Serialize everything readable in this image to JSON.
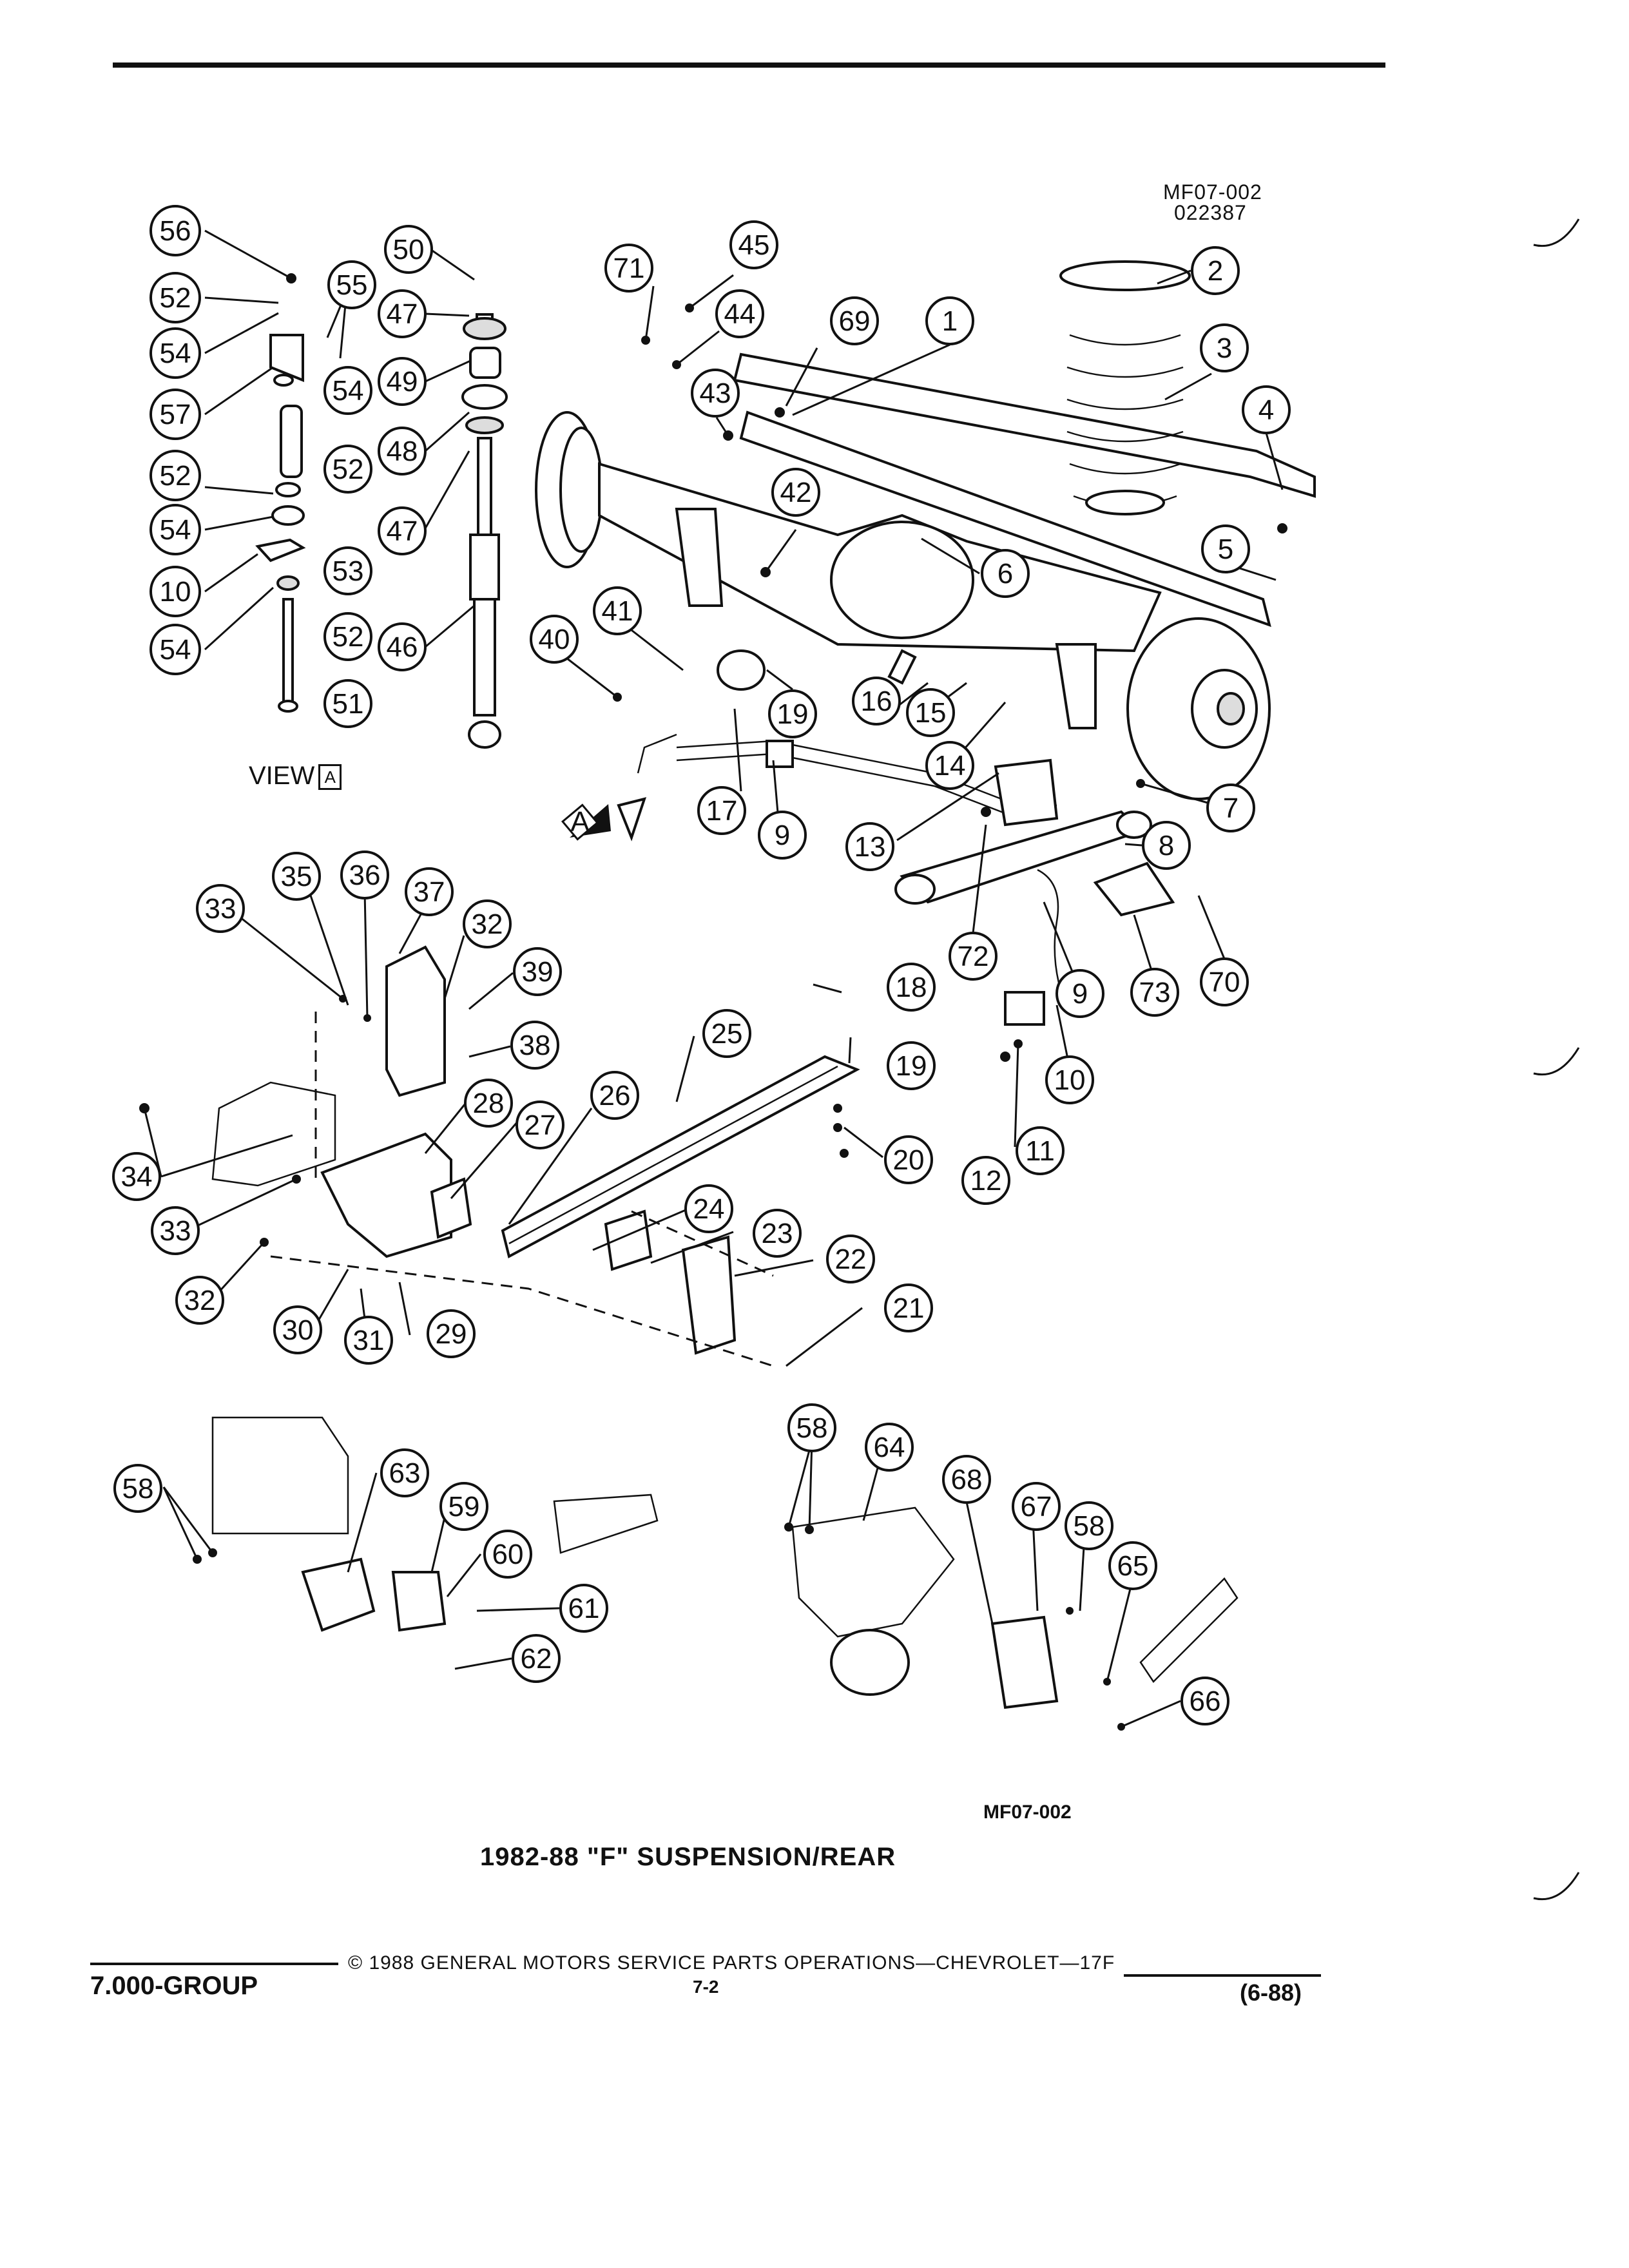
{
  "header": {
    "figure_code": "MF07-002",
    "date_code": "022387"
  },
  "view_label": {
    "text": "VIEW",
    "box_letter": "A"
  },
  "arrow_label": "A",
  "figure_code_bottom": "MF07-002",
  "title": "1982-88 \"F\" SUSPENSION/REAR",
  "footer": {
    "left": "7.000-GROUP",
    "copyright": "© 1988 GENERAL MOTORS SERVICE PARTS OPERATIONS—CHEVROLET—17F",
    "page": "7-2",
    "right": "(6-88)"
  },
  "callouts": [
    "56",
    "52",
    "54",
    "57",
    "52",
    "54",
    "10",
    "54",
    "55",
    "54",
    "52",
    "53",
    "52",
    "51",
    "50",
    "47",
    "49",
    "48",
    "47",
    "46",
    "71",
    "45",
    "44",
    "43",
    "69",
    "1",
    "2",
    "3",
    "4",
    "5",
    "42",
    "6",
    "41",
    "40",
    "19",
    "16",
    "15",
    "14",
    "7",
    "17",
    "9",
    "13",
    "8",
    "72",
    "9",
    "73",
    "70",
    "10",
    "11",
    "12",
    "35",
    "36",
    "33",
    "37",
    "32",
    "39",
    "38",
    "34",
    "33",
    "32",
    "28",
    "27",
    "26",
    "25",
    "18",
    "19",
    "20",
    "24",
    "23",
    "22",
    "21",
    "30",
    "31",
    "29",
    "58",
    "63",
    "59",
    "60",
    "61",
    "62",
    "58",
    "64",
    "68",
    "67",
    "58",
    "65",
    "66"
  ]
}
